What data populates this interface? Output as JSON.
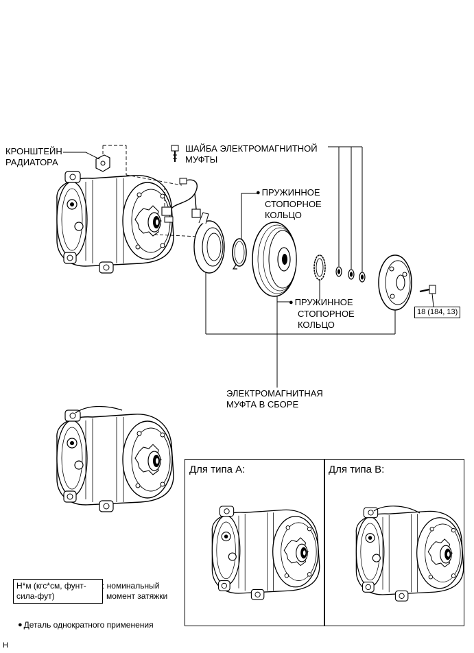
{
  "labels": {
    "radiator_bracket": [
      "КРОНШТЕЙН",
      "РАДИАТОРА"
    ],
    "clutch_washer": [
      "ШАЙБА ЭЛЕКТРОМАГНИТНОЙ",
      "МУФТЫ"
    ],
    "snap_ring_top": [
      "ПРУЖИННОЕ",
      "СТОПОРНОЕ",
      "КОЛЬЦО"
    ],
    "snap_ring_mid": [
      "ПРУЖИННОЕ",
      "СТОПОРНОЕ",
      "КОЛЬЦО"
    ],
    "clutch_assembly": [
      "ЭЛЕКТРОМАГНИТНАЯ",
      "МУФТА В СБОРЕ"
    ]
  },
  "torque_spec": "18 (184, 13)",
  "types": {
    "type_a": "Для типа A:",
    "type_b": "Для типа B:"
  },
  "legend": {
    "torque_units": [
      "Н*м (кгс*см, фунт-",
      "сила-фут)"
    ],
    "torque_desc": [
      ": номинальный",
      "момент затяжки"
    ],
    "non_reusable": "Деталь однократного применения"
  },
  "corner_code": "H"
}
